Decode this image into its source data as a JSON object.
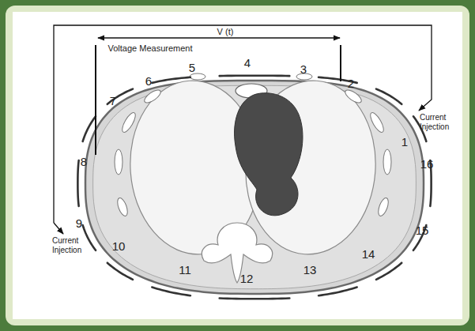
{
  "diagram": {
    "labels": [
      "V (t)",
      "Voltage Measurement",
      "5",
      "4",
      "3",
      "6",
      "2",
      "Current Injection",
      "1",
      "7",
      "16",
      "8",
      "9",
      "Current Injection",
      "15",
      "10",
      "14",
      "11",
      "13",
      "12"
    ]
  }
}
